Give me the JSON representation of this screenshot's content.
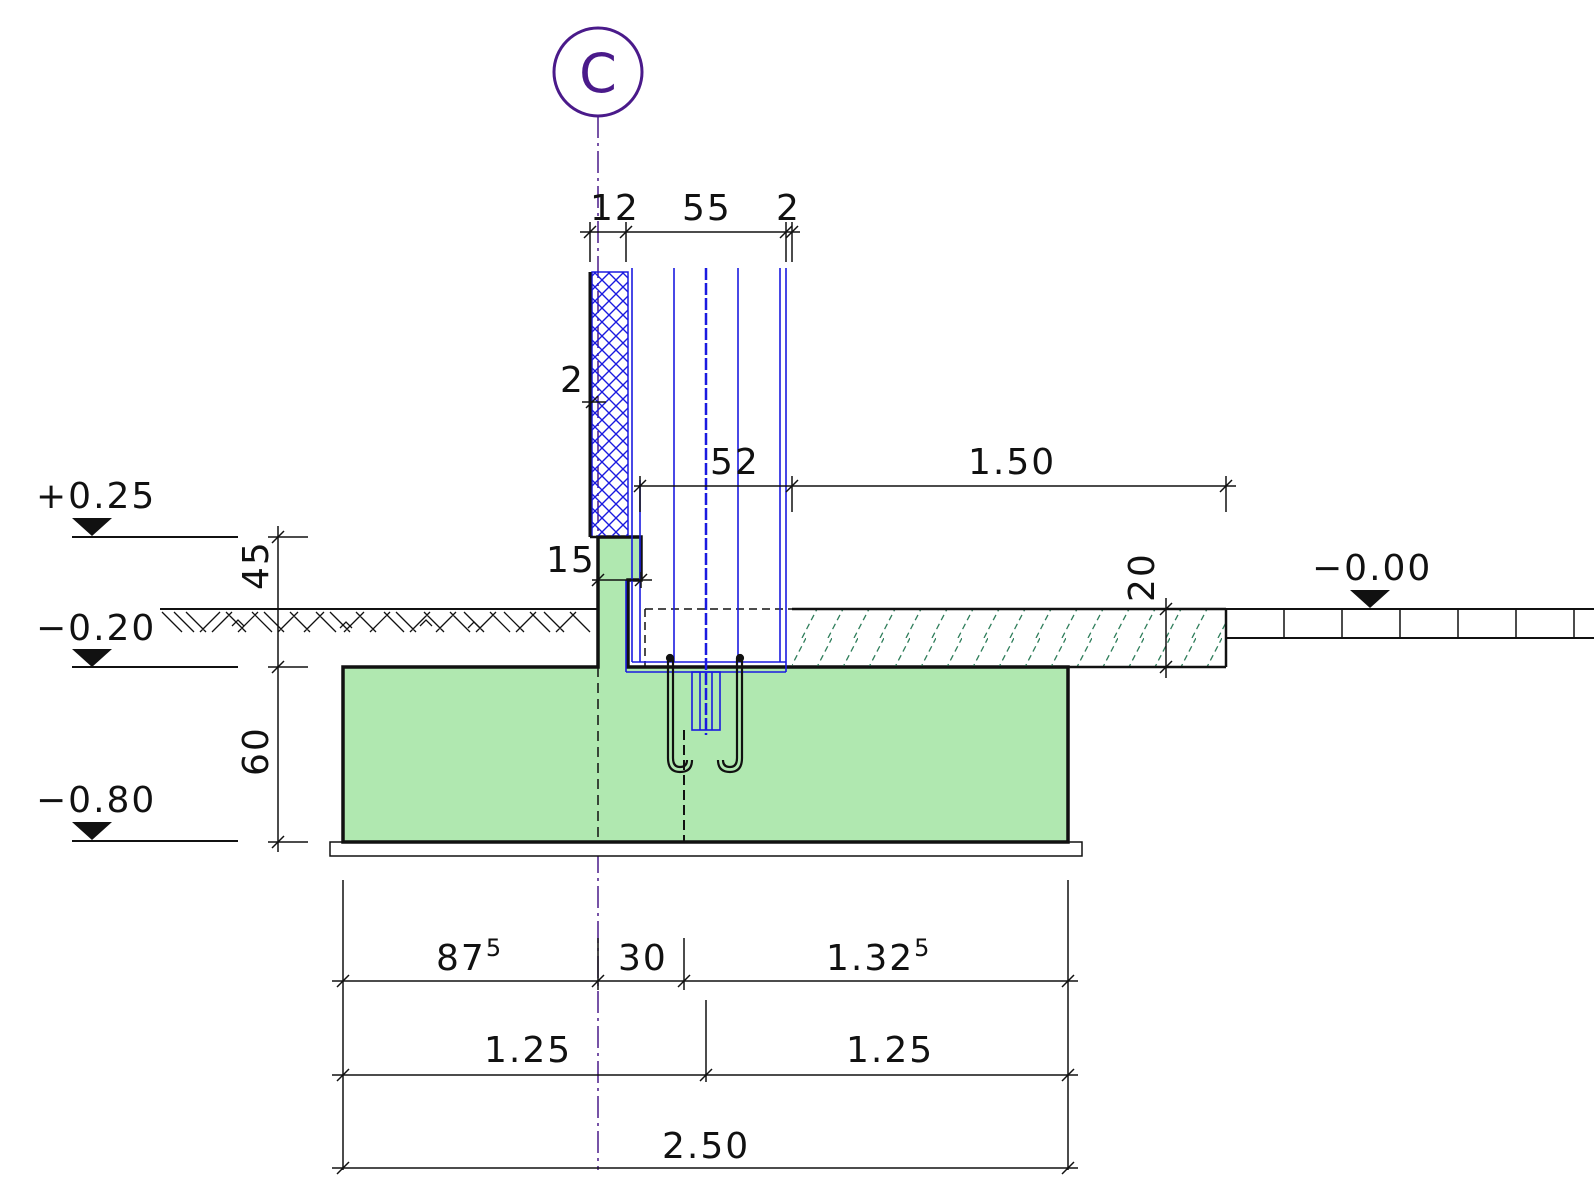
{
  "axis": {
    "label": "C"
  },
  "levels": {
    "top_wall": "+0.25",
    "ground": "−0.20",
    "foundation_bottom": "−0.80",
    "floor": "−0.00"
  },
  "dimensions": {
    "top": {
      "d12": "12",
      "d55": "55",
      "d2": "2"
    },
    "insulation": "2",
    "d52": "52",
    "d150": "1.50",
    "d15": "15",
    "d45": "45",
    "d60": "60",
    "d20": "20",
    "bottom_row1": {
      "a_main": "87",
      "a_sup": "5",
      "b": "30",
      "c_main": "1.32",
      "c_sup": "5"
    },
    "bottom_row2": {
      "left": "1.25",
      "right": "1.25"
    },
    "bottom_row3": {
      "total": "2.50"
    }
  },
  "colors": {
    "concrete_fill": "#b0e8b0",
    "slab_hatch": "#2e7d5a",
    "column_blue": "#1a1ae0",
    "axis_purple": "#4a1a8a",
    "line": "#111111"
  }
}
